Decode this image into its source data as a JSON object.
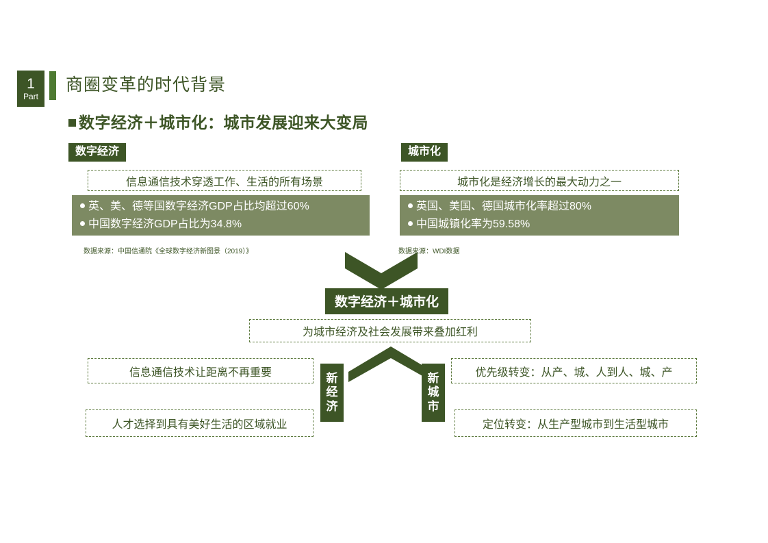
{
  "header": {
    "part_number": "1",
    "part_word": "Part",
    "slide_title": "商圈变革的时代背景"
  },
  "section": {
    "heading": "数字经济＋城市化：城市发展迎来大变局"
  },
  "left_block": {
    "tag": "数字经济",
    "subtitle": "信息通信技术穿透工作、生活的所有场景",
    "bullets": [
      "英、美、德等国数字经济GDP占比均超过60%",
      "中国数字经济GDP占比为34.8%"
    ],
    "source": "数据来源：中国信通院《全球数字经济新图景（2019）》"
  },
  "right_block": {
    "tag": "城市化",
    "subtitle": "城市化是经济增长的最大动力之一",
    "bullets": [
      "英国、美国、德国城市化率超过80%",
      "中国城镇化率为59.58%"
    ],
    "source": "数据来源：WDI数据"
  },
  "middle": {
    "combined_tag": "数字经济＋城市化",
    "benefit": "为城市经济及社会发展带来叠加红利"
  },
  "bottom": {
    "new_economy_label": [
      "新",
      "经",
      "济"
    ],
    "new_city_label": [
      "新",
      "城",
      "市"
    ],
    "left_items": [
      "信息通信技术让距离不再重要",
      "人才选择到具有美好生活的区域就业"
    ],
    "right_items": [
      "优先级转变：从产、城、人到人、城、产",
      "定位转变：从生产型城市到生活型城市"
    ]
  },
  "colors": {
    "dark_green": "#3d5526",
    "accent_green": "#4e7a32",
    "olive_fill": "#7d8a63",
    "dash_border": "#5d7a3e"
  }
}
